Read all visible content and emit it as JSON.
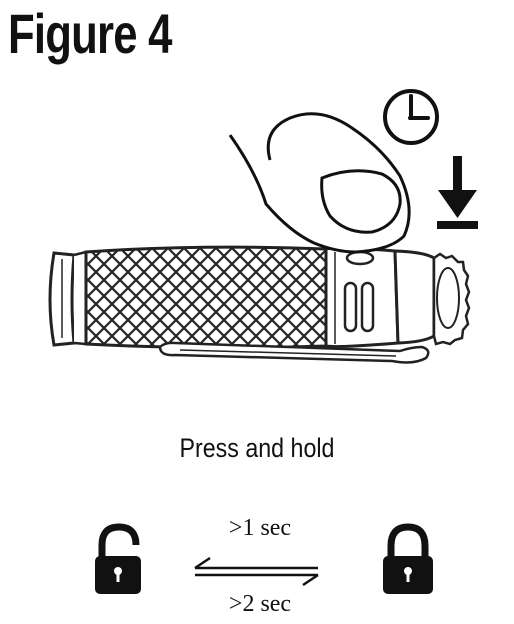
{
  "figure": {
    "title": "Figure 4",
    "instruction": "Press and hold",
    "lock_transition": {
      "to_unlock_label": ">1 sec",
      "to_lock_label": ">2 sec"
    }
  },
  "icons": {
    "timer": "clock-icon",
    "press_arrow": "arrow-down-icon",
    "unlocked": "unlocked-padlock-icon",
    "locked": "locked-padlock-icon",
    "exchange": "two-way-arrows-icon"
  },
  "colors": {
    "ink": "#111111",
    "background": "#ffffff"
  }
}
